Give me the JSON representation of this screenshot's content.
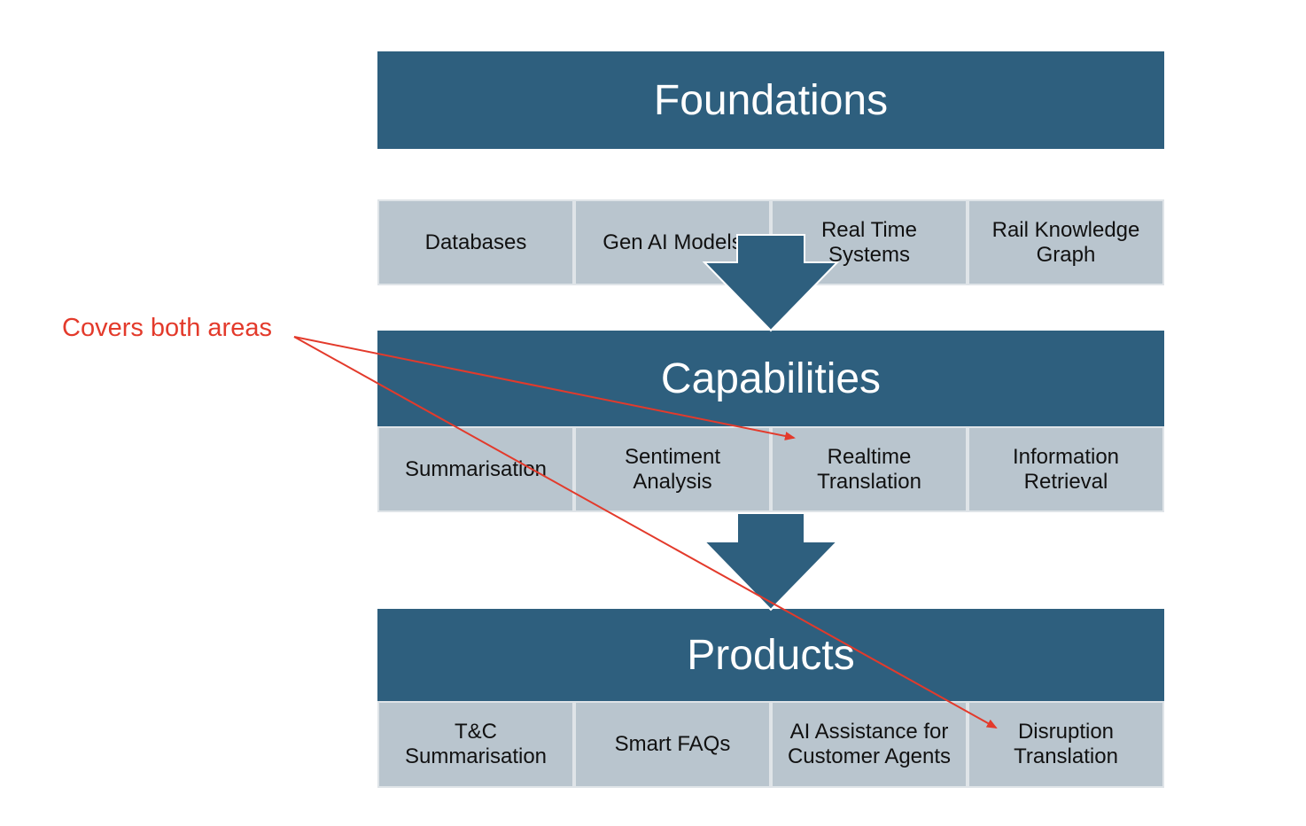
{
  "colors": {
    "header_bg": "#2e5f7e",
    "cell_bg": "#b9c5ce",
    "arrow_fill": "#2e5f7e",
    "annotation": "#e33a2b"
  },
  "layers": [
    {
      "title": "Foundations",
      "items": [
        "Databases",
        "Gen AI Models",
        "Real Time\nSystems",
        "Rail Knowledge\nGraph"
      ]
    },
    {
      "title": "Capabilities",
      "items": [
        "Summarisation",
        "Sentiment\nAnalysis",
        "Realtime\nTranslation",
        "Information\nRetrieval"
      ]
    },
    {
      "title": "Products",
      "items": [
        "T&C\nSummarisation",
        "Smart FAQs",
        "AI Assistance for\nCustomer Agents",
        "Disruption\nTranslation"
      ]
    }
  ],
  "annotation": {
    "text": "Covers both areas",
    "targets": [
      "Realtime\nTranslation",
      "Disruption\nTranslation"
    ]
  }
}
